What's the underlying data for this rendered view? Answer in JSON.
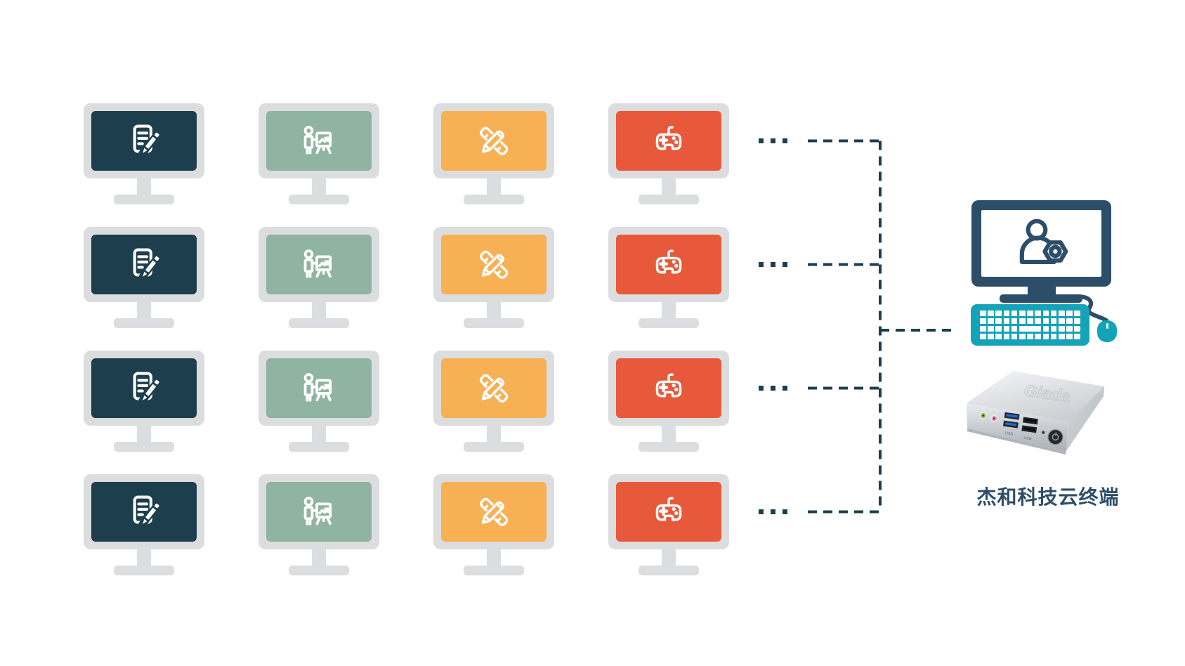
{
  "diagram": {
    "host_label": "杰和科技云终端",
    "rows": 4,
    "ellipsis_dots_per_row": 3,
    "client_columns": [
      {
        "id": "documents",
        "icon": "document-edit-icon",
        "screen_color": "#1d3e4c"
      },
      {
        "id": "presentation",
        "icon": "presentation-icon",
        "screen_color": "#8fb4a1"
      },
      {
        "id": "design-tools",
        "icon": "ruler-pencil-icon",
        "screen_color": "#f8b054"
      },
      {
        "id": "gaming",
        "icon": "game-controller-icon",
        "screen_color": "#e8583a"
      }
    ],
    "colors": {
      "monitor_frame": "#dcdddf",
      "connector": "#1d3e4c",
      "host_monitor": "#2d4e69",
      "peripheral_teal": "#14a3b8",
      "label_text": "#2d4e69",
      "icon_white": "#ffffff"
    },
    "pc": {
      "logo": "Giada",
      "port_labels": [
        "USB",
        "USB"
      ]
    }
  }
}
